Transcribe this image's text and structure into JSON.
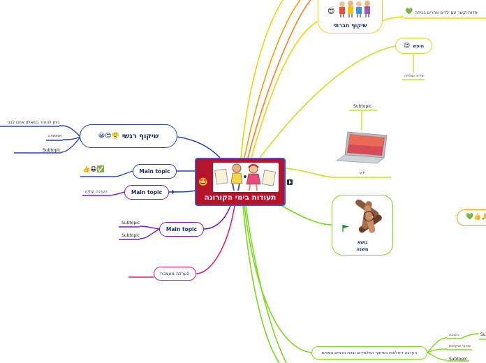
{
  "central": {
    "title": "תעודות בימי הקורונה",
    "emoji": "🤩"
  },
  "branches": {
    "emotional": {
      "label": "שיקוף רגשי",
      "emojis": "😤😍😀",
      "leaf_1": "ניתן להעזר בשאלון אתם לבני",
      "leaf_2": "אמפתיה",
      "leaf_3": "Subtopic"
    },
    "main1": {
      "label": "Main topic",
      "emojis": "👍😀✅"
    },
    "main2": {
      "label": "Main topic",
      "leaf": "הערכה קולית"
    },
    "main3": {
      "label": "Main topic",
      "leaf_1": "Subtopic",
      "leaf_2": "Subtopic"
    },
    "formative": {
      "label": "הערכה מעצבת"
    },
    "social": {
      "label": "שיקוף חברתי",
      "emoji": "😍",
      "leaf": "יחדות וקשר עם ילדים אחרים בכיתה",
      "leaf_emoji": "💚"
    },
    "humor": {
      "label": "חופש",
      "emoji": "😍",
      "leaf": "יצירת הצלחה"
    },
    "laptop": {
      "top": "Subtopic",
      "bottom": "ידע"
    },
    "hands": {
      "label_1": "נושא",
      "label_2": "משנה"
    },
    "right_partial": {
      "emojis": "💚👍🙏"
    },
    "dialog": {
      "label": "הערכה דיאלוגית בשיתוף התלמידים וצוות גורמים נוספים",
      "leaf_1": "הכוונה",
      "leaf_2": "שיתוף ושקיפות",
      "leaf_3": "Subtopic",
      "leaf_right": "Su"
    }
  },
  "colors": {
    "central_bg": "#b5122b",
    "central_border": "#3a56c8",
    "purple": "#7a16c9",
    "blue": "#2440c6",
    "magenta": "#e0197d",
    "green": "#7bd91a",
    "orange": "#f5a000",
    "lime": "#c7e020",
    "yellow": "#f1d400"
  }
}
